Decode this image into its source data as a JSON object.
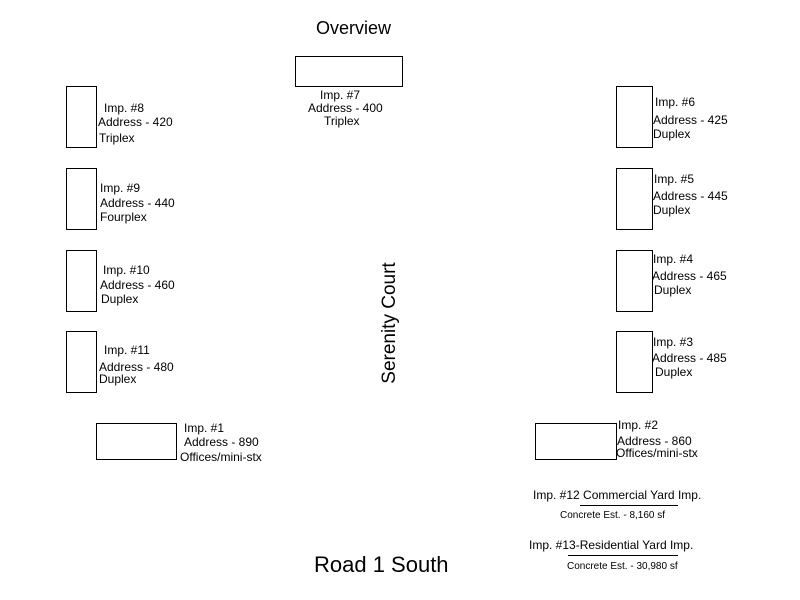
{
  "title": "Overview",
  "street": "Serenity Court",
  "road": "Road 1 South",
  "imp7": {
    "name": "Imp. #7",
    "address": "Address - 400",
    "type": "Triplex"
  },
  "imp8": {
    "name": "Imp. #8",
    "address": "Address - 420",
    "type": "Triplex"
  },
  "imp9": {
    "name": "Imp. #9",
    "address": "Address - 440",
    "type": "Fourplex"
  },
  "imp10": {
    "name": "Imp. #10",
    "address": "Address - 460",
    "type": "Duplex"
  },
  "imp11": {
    "name": "Imp. #11",
    "address": "Address - 480",
    "type": "Duplex"
  },
  "imp6": {
    "name": "Imp. #6",
    "address": "Address - 425",
    "type": "Duplex"
  },
  "imp5": {
    "name": "Imp. #5",
    "address": "Address - 445",
    "type": "Duplex"
  },
  "imp4": {
    "name": "Imp. #4",
    "address": "Address - 465",
    "type": "Duplex"
  },
  "imp3": {
    "name": "Imp. #3",
    "address": "Address - 485",
    "type": "Duplex"
  },
  "imp1": {
    "name": "Imp. #1",
    "address": "Address - 890",
    "type": "Offices/mini-stx"
  },
  "imp2": {
    "name": "Imp. #2",
    "address": "Address - 860",
    "type": "Offices/mini-stx"
  },
  "imp12": {
    "title": "Imp. #12 Commercial Yard Imp.",
    "note": "Concrete Est. - 8,160 sf"
  },
  "imp13": {
    "title": "Imp. #13-Residential Yard Imp.",
    "note": "Concrete Est. - 30,980 sf"
  }
}
